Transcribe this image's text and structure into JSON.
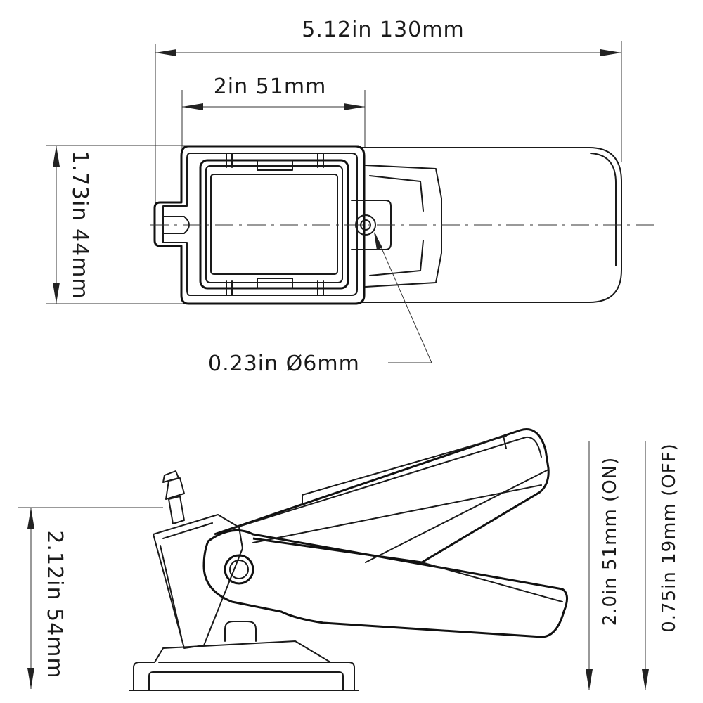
{
  "top_view": {
    "overall_length": "5.12in  130mm",
    "body_width": "2in  51mm",
    "height": "1.73in  44mm",
    "hole_diameter": "0.23in  Ø6mm"
  },
  "side_view": {
    "base_height": "2.12in  54mm",
    "on_level": "2.0in  51mm (ON)",
    "off_level": "0.75in  19mm (OFF)"
  }
}
